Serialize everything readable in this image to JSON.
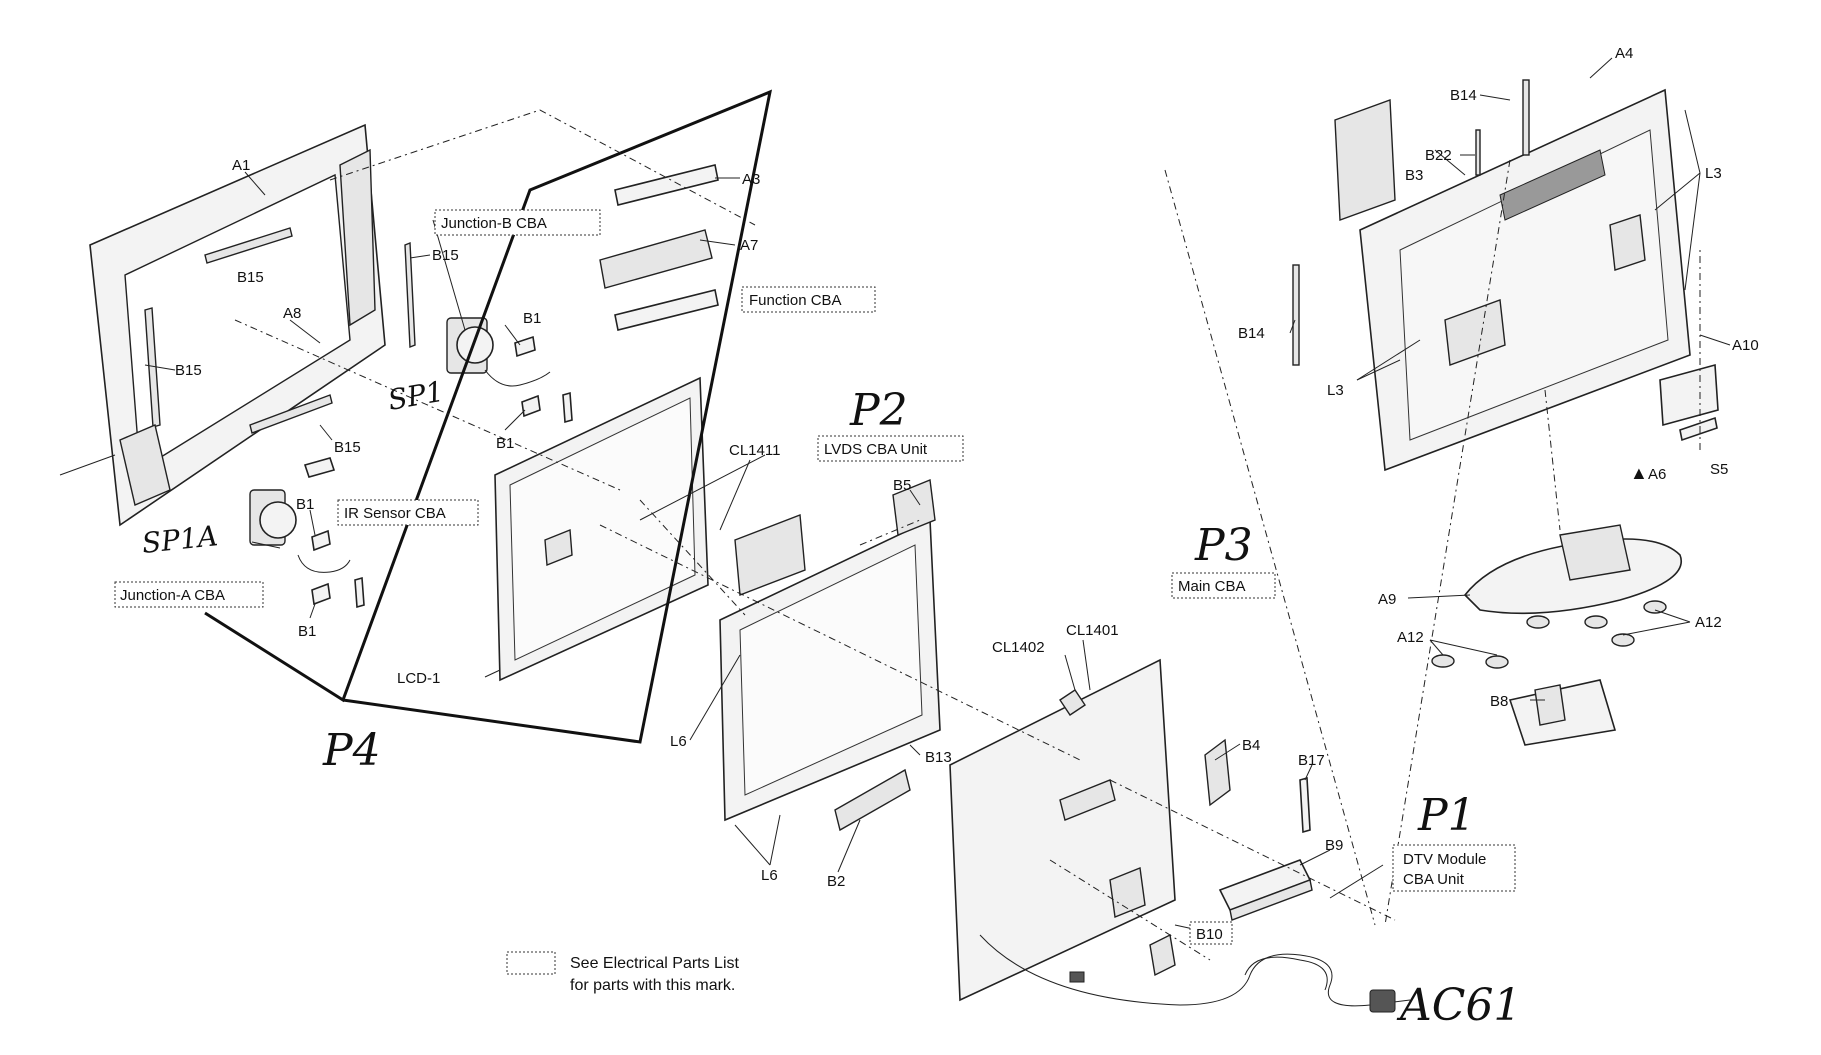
{
  "labels": {
    "A1": "A1",
    "A3": "A3",
    "A4": "A4",
    "A6": "A6",
    "A7": "A7",
    "A8": "A8",
    "A9": "A9",
    "A10": "A10",
    "A12": "A12",
    "B1": "B1",
    "B2": "B2",
    "B3": "B3",
    "B4": "B4",
    "B5": "B5",
    "B8": "B8",
    "B9": "B9",
    "B13": "B13",
    "B14": "B14",
    "B15": "B15",
    "B17": "B17",
    "B22": "B22",
    "L3": "L3",
    "L6": "L6",
    "S5": "S5",
    "CL1401": "CL1401",
    "CL1402": "CL1402",
    "CL1411": "CL1411",
    "LCD1": "LCD-1"
  },
  "boxed_labels": {
    "junction_b": "Junction-B CBA",
    "junction_a": "Junction-A CBA",
    "function": "Function CBA",
    "ir_sensor": "IR Sensor CBA",
    "lvds": "LVDS CBA Unit",
    "main": "Main CBA",
    "dtv_line1": "DTV Module",
    "dtv_line2": "CBA Unit",
    "b10": "B10"
  },
  "handwritten": {
    "p1": "P1",
    "p2": "P2",
    "p3": "P3",
    "p4": "P4",
    "sp1": "SP1",
    "sp1a": "SP1A",
    "ac61": "AC61"
  },
  "legend": {
    "line1": "See Electrical Parts List",
    "line2": "for parts with this mark."
  },
  "warning_symbol": "▲"
}
